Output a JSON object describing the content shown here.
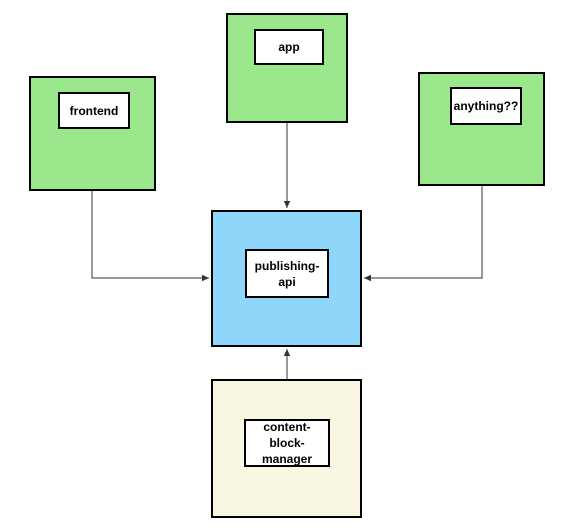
{
  "colors": {
    "green_fill": "#9be88c",
    "blue_fill": "#8fd6fb",
    "cream_fill": "#f9f7e1",
    "stroke": "#000000",
    "edge": "#333333"
  },
  "nodes": {
    "frontend": {
      "label": "frontend"
    },
    "app": {
      "label": "app"
    },
    "anything": {
      "label": "anything??"
    },
    "publishing_api": {
      "label": "publishing-api"
    },
    "content_block_manager": {
      "label": "content-block-manager"
    }
  },
  "edges": [
    {
      "from": "frontend",
      "to": "publishing-api"
    },
    {
      "from": "app",
      "to": "publishing-api"
    },
    {
      "from": "anything??",
      "to": "publishing-api"
    },
    {
      "from": "content-block-manager",
      "to": "publishing-api"
    }
  ]
}
